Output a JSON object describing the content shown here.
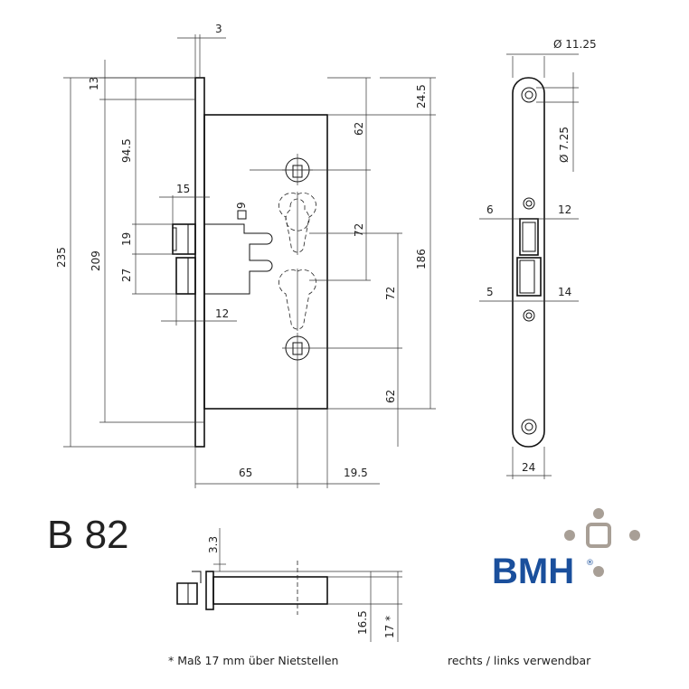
{
  "title": "B 82",
  "logo": {
    "brand": "BMH",
    "registered": "®",
    "dot_color": "#a89f96",
    "text_color": "#1a4f9c"
  },
  "notes": {
    "footnote": "* Maß 17 mm über Nietstellen",
    "usage": "rechts / links verwendbar"
  },
  "dimensions": {
    "d3": "3",
    "d13": "13",
    "d235": "235",
    "d209": "209",
    "d94_5": "94.5",
    "d19": "19",
    "d27": "27",
    "d15": "15",
    "d9": "9",
    "d12": "12",
    "d62_top": "62",
    "d72_a": "72",
    "d72_b": "72",
    "d62_bottom": "62",
    "d24_5": "24.5",
    "d186": "186",
    "d65": "65",
    "d19_5": "19.5",
    "dia11_25": "Ø 11.25",
    "dia7_25": "Ø 7.25",
    "d6": "6",
    "d12_face": "12",
    "d5": "5",
    "d14": "14",
    "d24": "24",
    "d3_3": "3.3",
    "d16_5": "16.5",
    "d17": "17 *"
  }
}
